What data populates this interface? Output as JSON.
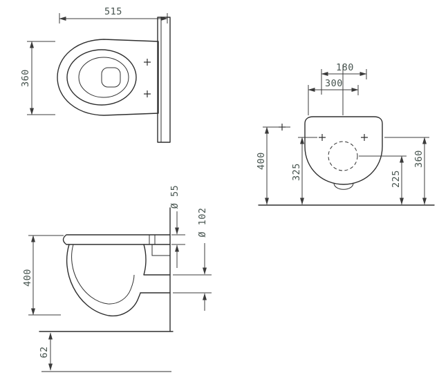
{
  "diagram": {
    "line_color": "#3b3b3b",
    "text_color": "#46534e",
    "plan": {
      "width_515": "515",
      "depth_360": "360"
    },
    "front": {
      "dim_180": "180",
      "dim_300": "300",
      "dim_400": "400",
      "dim_325": "325",
      "dim_225": "225",
      "dim_360": "360"
    },
    "side": {
      "dia_55": "Ø 55",
      "dia_102": "Ø 102",
      "dim_400": "400",
      "dim_62": "62"
    }
  }
}
